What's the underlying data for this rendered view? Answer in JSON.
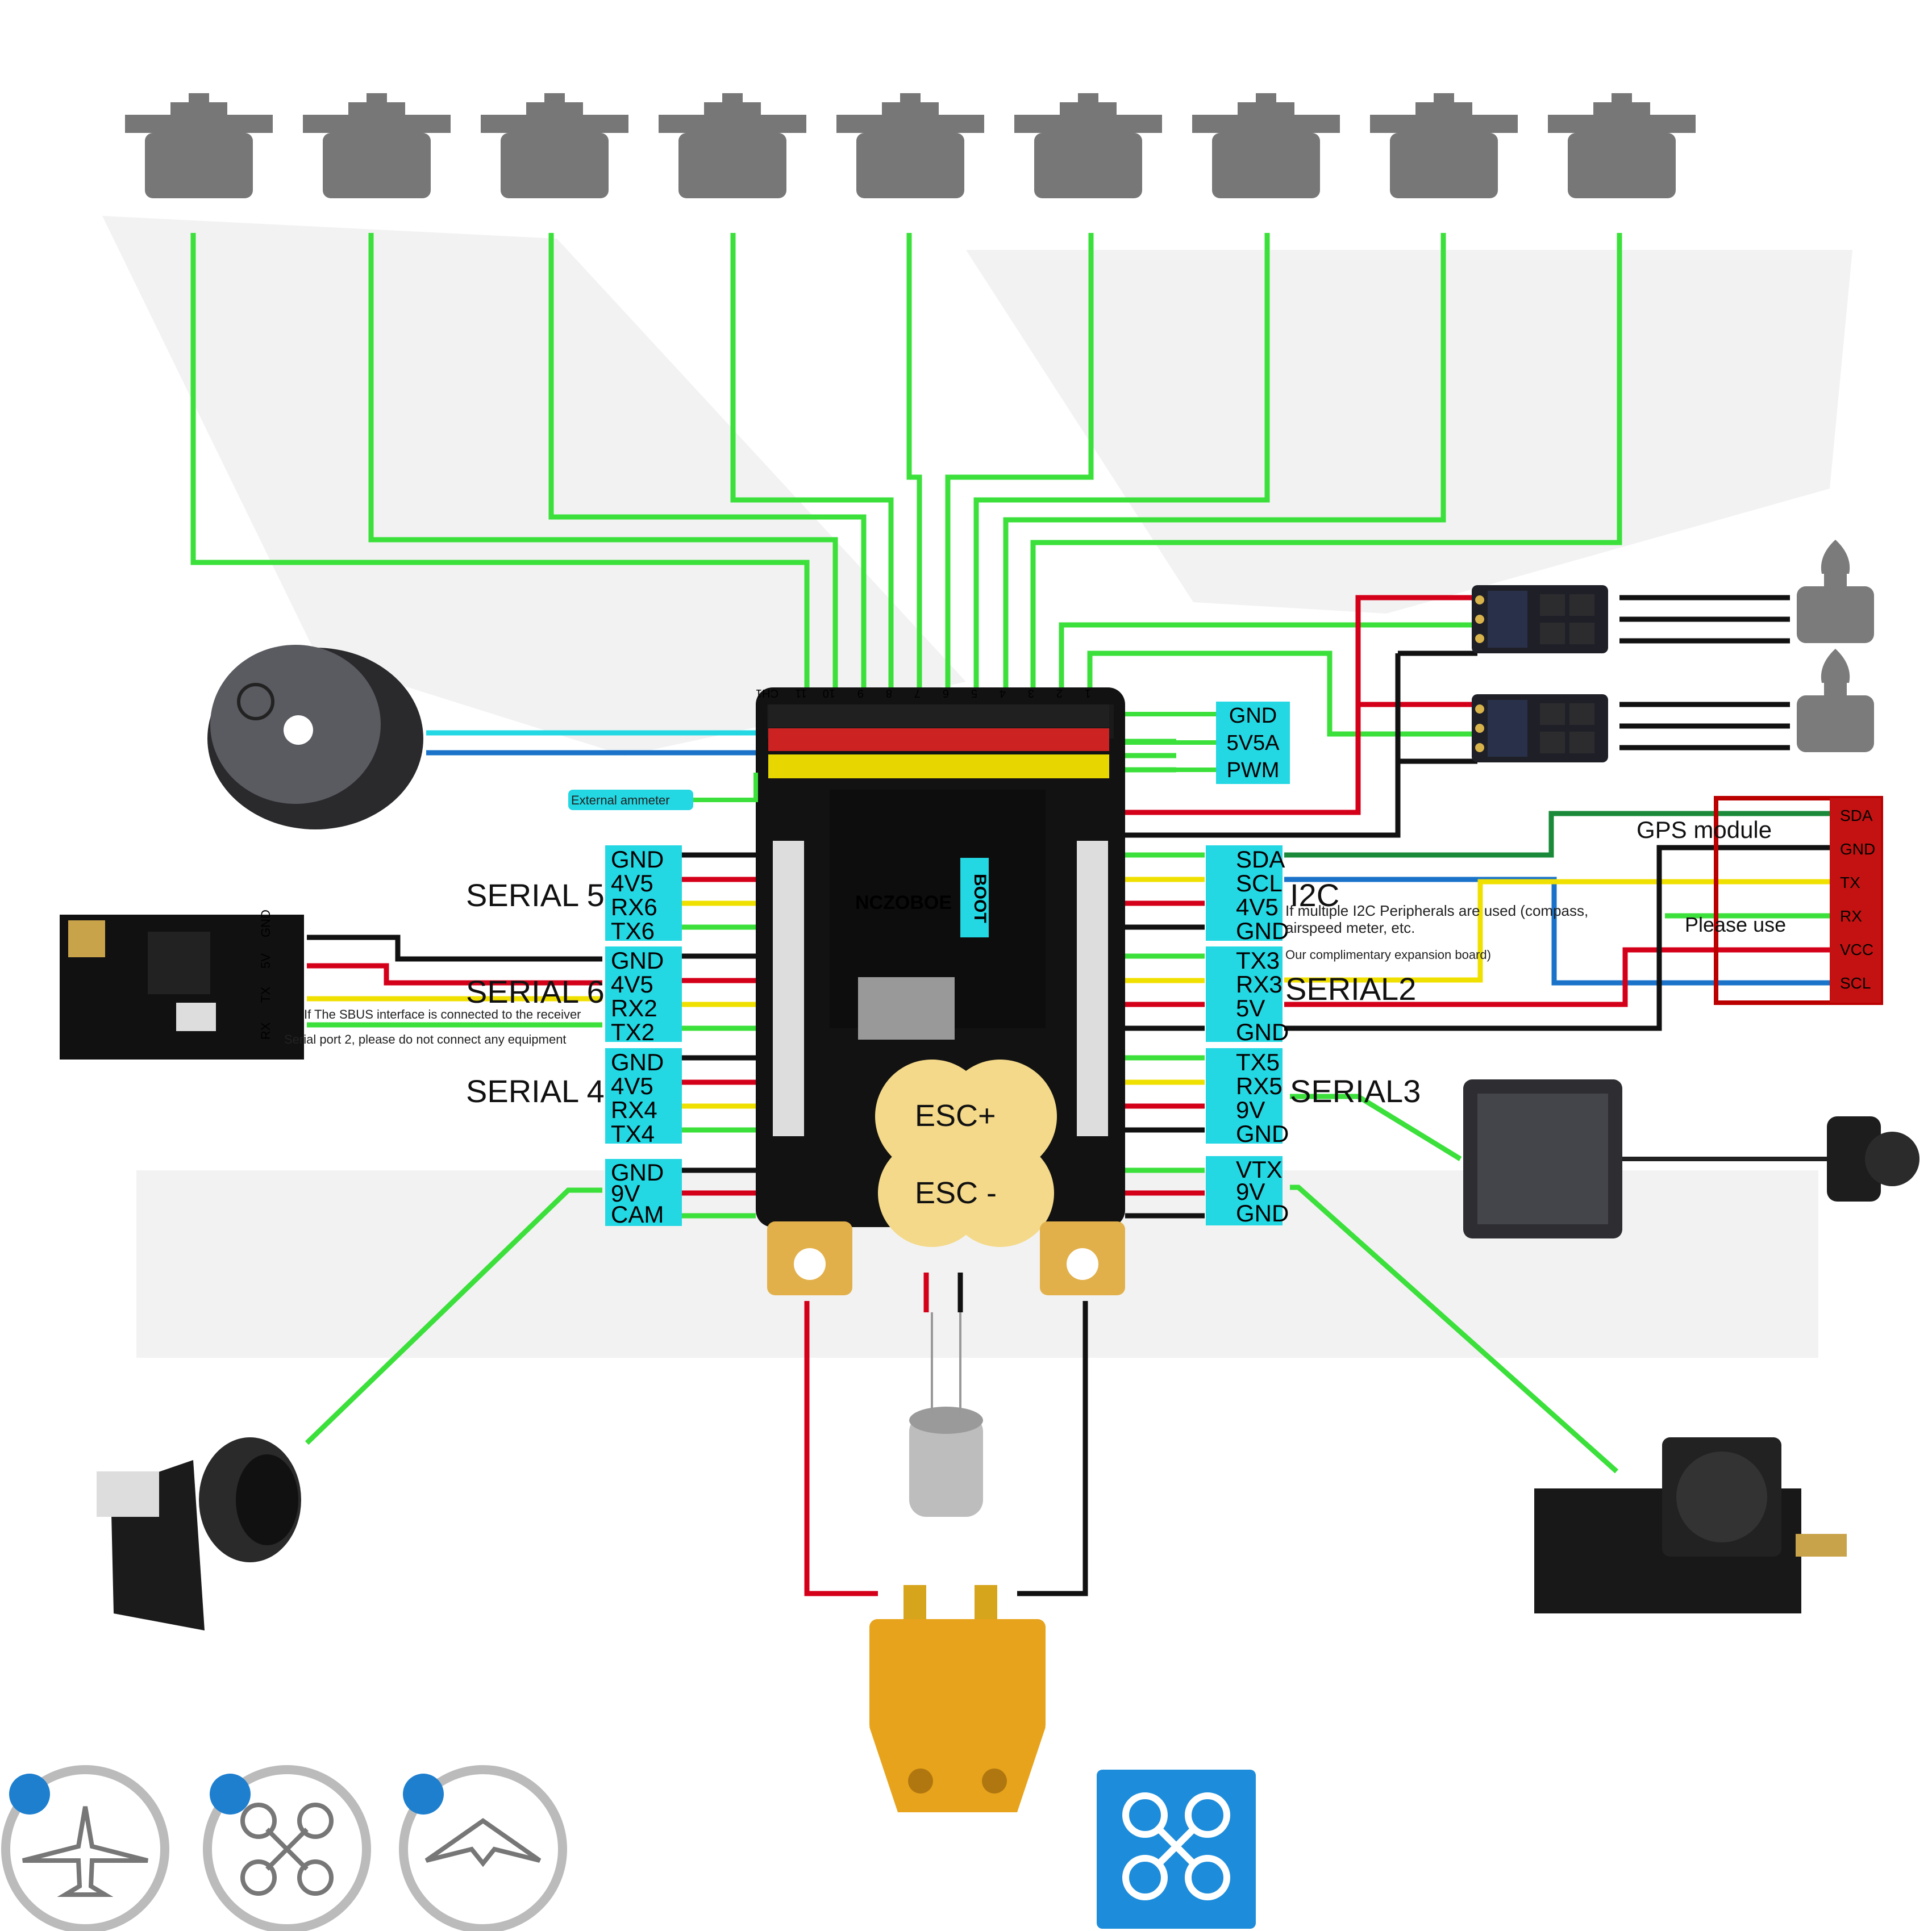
{
  "board": {
    "brand": "NCZOBOE",
    "boot_label": "BOOT",
    "header_numbers": [
      "CH1",
      "11",
      "10",
      "9",
      "8",
      "7",
      "6",
      "5",
      "4",
      "3",
      "2",
      "1"
    ]
  },
  "power_header": {
    "labels": [
      "GND",
      "5V5A",
      "PWM"
    ]
  },
  "ammeter": {
    "label": "External ammeter"
  },
  "serial5": {
    "name": "SERIAL 5",
    "pins": [
      "GND",
      "4V5",
      "RX6",
      "TX6"
    ]
  },
  "serial6": {
    "name": "SERIAL 6",
    "pins": [
      "GND",
      "4V5",
      "RX2",
      "TX2"
    ]
  },
  "serial4": {
    "name": "SERIAL 4",
    "pins": [
      "GND",
      "4V5",
      "RX4",
      "TX4"
    ]
  },
  "cam": {
    "pins": [
      "GND",
      "9V",
      "CAM"
    ]
  },
  "i2c": {
    "name": "I2C",
    "pins": [
      "SDA",
      "SCL",
      "4V5",
      "GND"
    ],
    "note": "If multiple I2C Peripherals are used (compass,",
    "note2": "airspeed meter, etc.",
    "note3": "Our complimentary expansion board)"
  },
  "serial2": {
    "name": "SERIAL2",
    "pins": [
      "TX3",
      "RX3",
      "5V",
      "GND"
    ]
  },
  "serial3": {
    "name": "SERIAL3",
    "pins": [
      "TX5",
      "RX5",
      "9V",
      "GND"
    ]
  },
  "vtx": {
    "pins": [
      "VTX",
      "9V",
      "GND"
    ]
  },
  "receiver": {
    "pins": [
      "GND",
      "5V",
      "TX",
      "RX"
    ],
    "note1": "If The SBUS interface is connected to the receiver",
    "note2": "Serial port 2, please do not connect any equipment"
  },
  "gps": {
    "title": "GPS module",
    "please": "Please use",
    "pins": [
      "SDA",
      "GND",
      "TX",
      "RX",
      "VCC",
      "SCL"
    ]
  },
  "esc": {
    "plus": "ESC+",
    "minus": "ESC -"
  },
  "colors": {
    "signal": "#3be03b",
    "power": "#d4001a",
    "ground": "#111111",
    "data": "#f0e000",
    "label_bg": "#23d7e3",
    "buzzer": "#1a73c9"
  },
  "icons": [
    "servo-icon",
    "motor-icon",
    "buzzer-icon",
    "camera-icon",
    "vtx-icon",
    "xt60-icon",
    "capacitor-icon",
    "airplane-icon",
    "quadcopter-icon",
    "flying-wing-icon",
    "drone-app-icon"
  ]
}
